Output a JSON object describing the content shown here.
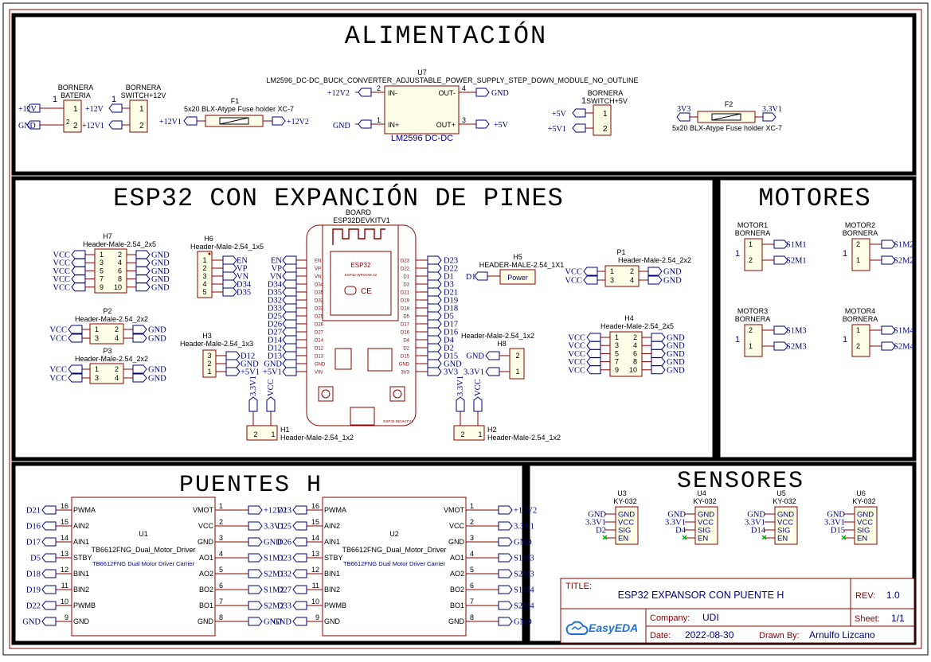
{
  "sections": {
    "power": "ALIMENTACIÓN",
    "esp": "ESP32 CON EXPANCIÓN DE PINES",
    "motors": "MOTORES",
    "bridges": "PUENTES H",
    "sensors": "SENSORES"
  },
  "power": {
    "bateria": {
      "title": "BORNERA",
      "sub": "BATERIA",
      "n1": "+12V",
      "n2": "GND",
      "pin": "1"
    },
    "sw12": {
      "title": "BORNERA",
      "sub": "SWITCH+12V",
      "n1": "+12V",
      "n2": "+12V1",
      "pin": "1"
    },
    "f1": {
      "ref": "F1",
      "desc": "5x20 BLX-Atype Fuse holder XC-7",
      "left": "+12V1",
      "right": "+12V2"
    },
    "u7": {
      "ref": "U7",
      "desc": "LM2596_DC-DC_BUCK_CONVERTER_ADJUSTABLE_POWER_SUPPLY_STEP_DOWN_MODULE_NO_OUTLINE",
      "name": "LM2596 DC-DC",
      "in_minus": "IN-",
      "in_plus": "IN+",
      "out_minus": "OUT-",
      "out_plus": "OUT+",
      "net_tl": "+12V2",
      "net_bl": "GND",
      "net_tr": "GND",
      "net_br": "+5V"
    },
    "sw5": {
      "title": "BORNERA",
      "sub": "SWITCH+5V",
      "n1": "+5V",
      "n2": "+5V1",
      "pin": "1"
    },
    "f2": {
      "ref": "F2",
      "desc": "5x20 BLX-Atype Fuse holder XC-7",
      "left": "3V3",
      "right": "3.3V1"
    }
  },
  "esp": {
    "board_ref": "BOARD",
    "board_name": "ESP32DEVKITV1",
    "module": "ESP32",
    "module_sub": "ESP32-WROOM-32",
    "bottom_label": "ESP32-DEVKITV1",
    "left_pins": [
      "EN",
      "VP",
      "VN",
      "D34",
      "D35",
      "D32",
      "D33",
      "D25",
      "D26",
      "D27",
      "D14",
      "D12",
      "D13",
      "GND",
      "VIN"
    ],
    "left_nets": [
      "EN",
      "VP",
      "VN",
      "D34",
      "D35",
      "D32",
      "D33",
      "D25",
      "D26",
      "D27",
      "D14",
      "D12",
      "D13",
      "GND",
      "+5V1"
    ],
    "right_pins": [
      "D23",
      "D22",
      "D1",
      "D3",
      "D21",
      "D19",
      "D18",
      "D5",
      "D17",
      "D16",
      "D4",
      "D2",
      "D15",
      "GND",
      "3V3"
    ],
    "right_nets": [
      "D23",
      "D22",
      "D1",
      "D3",
      "D21",
      "D19",
      "D18",
      "D5",
      "D17",
      "D16",
      "D4",
      "D2",
      "D15",
      "GND",
      "3V3"
    ],
    "h7": {
      "ref": "H7",
      "desc": "Header-Male-2.54_2x5",
      "left": [
        "VCC",
        "VCC",
        "VCC",
        "VCC",
        "VCC"
      ],
      "right": [
        "GND",
        "GND",
        "GND",
        "GND",
        "GND"
      ],
      "pl": [
        "1",
        "3",
        "5",
        "7",
        "9"
      ],
      "pr": [
        "2",
        "4",
        "6",
        "8",
        "10"
      ]
    },
    "h6": {
      "ref": "H6",
      "desc": "Header-Male-2.54_1x5",
      "nets": [
        "EN",
        "VP",
        "VN",
        "D34",
        "D35"
      ],
      "pins": [
        "1",
        "2",
        "3",
        "4",
        "5"
      ]
    },
    "p2": {
      "ref": "P2",
      "desc": "Header-Male-2.54_2x2",
      "left": [
        "VCC",
        "VCC"
      ],
      "right": [
        "GND",
        "GND"
      ],
      "pl": [
        "1",
        "3"
      ],
      "pr": [
        "2",
        "4"
      ]
    },
    "p3": {
      "ref": "P3",
      "desc": "Header-Male-2.54_2x2",
      "left": [
        "VCC",
        "VCC"
      ],
      "right": [
        "GND",
        "GND"
      ],
      "pl": [
        "1",
        "3"
      ],
      "pr": [
        "2",
        "4"
      ]
    },
    "h3": {
      "ref": "H3",
      "desc": "Header-Male-2.54_1x3",
      "nets": [
        "D12",
        "GND",
        "+5V1"
      ],
      "pins": [
        "3",
        "2",
        "1"
      ]
    },
    "h1": {
      "ref": "H1",
      "desc": "Header-Male-2.54_1x2",
      "nets": [
        "3.3V1",
        "VCC"
      ],
      "pins": [
        "2",
        "1"
      ]
    },
    "h2": {
      "ref": "H2",
      "desc": "Header-Male-2.54_1x2",
      "nets": [
        "3.3V1",
        "VCC"
      ],
      "pins": [
        "2",
        "1"
      ]
    },
    "h5": {
      "ref": "H5",
      "desc": "HEADER-MALE-2.54_1X1",
      "net": "D1",
      "label": "Power"
    },
    "h8": {
      "ref": "H8",
      "desc": "Header-Male-2.54_1x2",
      "nets": [
        "GND",
        "3.3V1"
      ],
      "pins": [
        "2",
        "1"
      ]
    },
    "p1": {
      "ref": "P1",
      "desc": "Header-Male-2.54_2x2",
      "left": [
        "VCC",
        "VCC"
      ],
      "right": [
        "GND",
        "GND"
      ],
      "pl": [
        "1",
        "3"
      ],
      "pr": [
        "2",
        "4"
      ]
    },
    "h4": {
      "ref": "H4",
      "desc": "Header-Male-2.54_2x5",
      "left": [
        "VCC",
        "VCC",
        "VCC",
        "VCC",
        "VCC"
      ],
      "right": [
        "GND",
        "GND",
        "GND",
        "GND",
        "GND"
      ],
      "pl": [
        "1",
        "3",
        "5",
        "7",
        "9"
      ],
      "pr": [
        "2",
        "4",
        "6",
        "8",
        "10"
      ]
    }
  },
  "motors": [
    {
      "title": "MOTOR1",
      "sub": "BORNERA",
      "pins": [
        "1",
        "2"
      ],
      "nets": [
        "S1M1",
        "S2M1"
      ]
    },
    {
      "title": "MOTOR2",
      "sub": "BORNERA",
      "pins": [
        "2",
        "1"
      ],
      "nets": [
        "S1M2",
        "S2M2"
      ]
    },
    {
      "title": "MOTOR3",
      "sub": "BORNERA",
      "pins": [
        "2",
        "1"
      ],
      "nets": [
        "S1M3",
        "S2M3"
      ]
    },
    {
      "title": "MOTOR4",
      "sub": "BORNERA",
      "pins": [
        "1",
        "2"
      ],
      "nets": [
        "S1M4",
        "S2M4"
      ]
    }
  ],
  "drivers": [
    {
      "ref": "U1",
      "name": "TB6612FNG_Dual_Motor_Driver",
      "desc": "TB6612FNG Dual Motor Driver Carrier",
      "lpins": [
        "PWMA",
        "AIN2",
        "AIN1",
        "STBY",
        "BIN1",
        "BIN2",
        "PWMB",
        "GND"
      ],
      "lnum": [
        "16",
        "15",
        "14",
        "13",
        "12",
        "11",
        "10",
        "9"
      ],
      "lnets": [
        "D21",
        "D16",
        "D17",
        "D5",
        "D18",
        "D19",
        "D22",
        "GND"
      ],
      "rpins": [
        "VMOT",
        "VCC",
        "GND",
        "AO1",
        "AO2",
        "BO2",
        "BO1",
        "GND"
      ],
      "rnum": [
        "1",
        "2",
        "3",
        "4",
        "5",
        "6",
        "7",
        "8"
      ],
      "rnets": [
        "+12V2",
        "3.3V1",
        "GND",
        "S1M1",
        "S2M1",
        "S1M2",
        "S2M2",
        "GND"
      ]
    },
    {
      "ref": "U2",
      "name": "TB6612FNG_Dual_Motor_Driver",
      "desc": "TB6612FNG Dual Motor Driver Carrier",
      "lpins": [
        "PWMA",
        "AIN2",
        "AIN1",
        "STBY",
        "BIN1",
        "BIN2",
        "PWMB",
        "GND"
      ],
      "lnum": [
        "16",
        "15",
        "14",
        "13",
        "12",
        "11",
        "10",
        "9"
      ],
      "lnets": [
        "D13",
        "D25",
        "D26",
        "D23",
        "D32",
        "D27",
        "D33",
        "GND"
      ],
      "rpins": [
        "VMOT",
        "VCC",
        "GND",
        "AO1",
        "AO2",
        "BO2",
        "BO1",
        "GND"
      ],
      "rnum": [
        "1",
        "2",
        "3",
        "4",
        "5",
        "6",
        "7",
        "8"
      ],
      "rnets": [
        "+12V2",
        "3.3V1",
        "GND",
        "S1M3",
        "S2M3",
        "S1M4",
        "S2M4",
        "GND"
      ]
    }
  ],
  "sensors": [
    {
      "ref": "U3",
      "part": "KY-032",
      "nets": [
        "GND",
        "3.3V1",
        "D2"
      ],
      "pins": [
        "GND",
        "VCC",
        "SIG",
        "EN"
      ]
    },
    {
      "ref": "U4",
      "part": "KY-032",
      "nets": [
        "GND",
        "3.3V1",
        "D4"
      ],
      "pins": [
        "GND",
        "VCC",
        "SIG",
        "EN"
      ]
    },
    {
      "ref": "U5",
      "part": "KY-032",
      "nets": [
        "GND",
        "3.3V1",
        "D14"
      ],
      "pins": [
        "GND",
        "VCC",
        "SIG",
        "EN"
      ]
    },
    {
      "ref": "U6",
      "part": "KY-032",
      "nets": [
        "GND",
        "3.3V1",
        "D15"
      ],
      "pins": [
        "GND",
        "VCC",
        "SIG",
        "EN"
      ]
    }
  ],
  "titleblock": {
    "title_label": "TITLE:",
    "title": "ESP32 EXPANSOR CON PUENTE H",
    "rev_label": "REV:",
    "rev": "1.0",
    "company_label": "Company:",
    "company": "UDI",
    "sheet_label": "Sheet:",
    "sheet": "1/1",
    "date_label": "Date:",
    "date": "2022-08-30",
    "drawn_label": "Drawn By:",
    "drawn": "Arnulfo Lizcano",
    "logo": "EasyEDA"
  },
  "colors": {
    "border": "#8b0000",
    "net": "#000080",
    "wire": "#8b0000",
    "text": "#000000",
    "logo": "#1e72d6"
  }
}
